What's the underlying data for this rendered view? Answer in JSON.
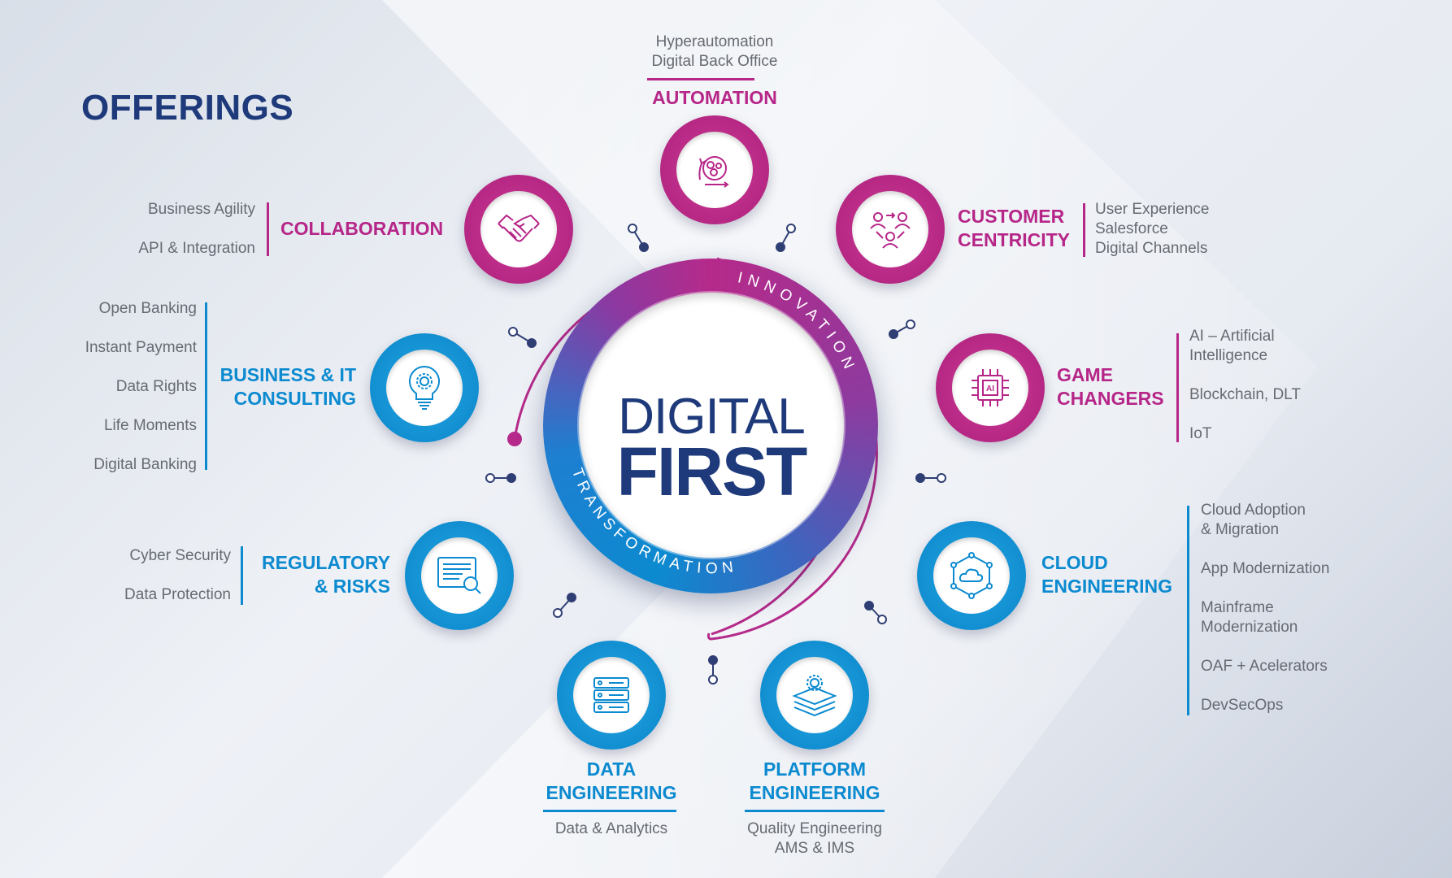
{
  "title": "OFFERINGS",
  "center": {
    "line1": "DIGITAL",
    "line2": "FIRST",
    "arc_top": "INNOVATION",
    "arc_bottom": "TRANSFORMATION"
  },
  "colors": {
    "magenta": "#b62688",
    "blue": "#0c8ad0",
    "navy": "#1e3a7b",
    "gray_text": "#666a72"
  },
  "offerings": {
    "automation": {
      "label": "AUTOMATION",
      "items": [
        "Hyperautomation",
        "Digital Back Office"
      ],
      "icon": "gears-cycle-icon"
    },
    "collaboration": {
      "label": "COLLABORATION",
      "items": [
        "Business Agility",
        "API & Integration"
      ],
      "icon": "handshake-icon"
    },
    "customer": {
      "label1": "CUSTOMER",
      "label2": "CENTRICITY",
      "items": [
        "User Experience",
        "Salesforce",
        "Digital Channels"
      ],
      "icon": "people-cycle-icon"
    },
    "consulting": {
      "label1": "BUSINESS & IT",
      "label2": "CONSULTING",
      "items": [
        "Open Banking",
        "Instant Payment",
        "Data Rights",
        "Life Moments",
        "Digital Banking"
      ],
      "icon": "lightbulb-gear-icon"
    },
    "game": {
      "label1": "GAME",
      "label2": "CHANGERS",
      "items": [
        "AI – Artificial",
        "Intelligence",
        "Blockchain, DLT",
        "IoT"
      ],
      "icon": "ai-chip-icon"
    },
    "regulatory": {
      "label1": "REGULATORY",
      "label2": "& RISKS",
      "items": [
        "Cyber Security",
        "Data Protection"
      ],
      "icon": "document-search-icon"
    },
    "cloud": {
      "label1": "CLOUD",
      "label2": "ENGINEERING",
      "items": [
        "Cloud Adoption",
        "& Migration",
        "App Modernization",
        "Mainframe",
        "Modernization",
        "OAF + Acelerators",
        "DevSecOps"
      ],
      "icon": "cloud-network-icon"
    },
    "data": {
      "label1": "DATA",
      "label2": "ENGINEERING",
      "items": [
        "Data & Analytics"
      ],
      "icon": "database-server-icon"
    },
    "platform": {
      "label1": "PLATFORM",
      "label2": "ENGINEERING",
      "items": [
        "Quality Engineering",
        "AMS & IMS"
      ],
      "icon": "layers-gear-icon"
    }
  }
}
